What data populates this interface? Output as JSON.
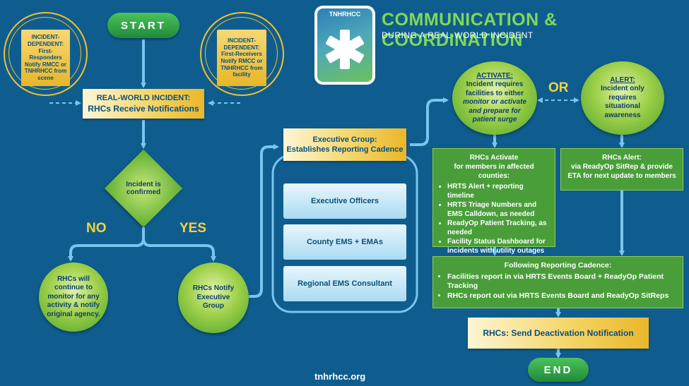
{
  "header": {
    "logo_text": "TNHRHCC",
    "title": "COMMUNICATION & COORDINATION",
    "subtitle": "DURING A REAL-WORLD INCIDENT"
  },
  "start": "START",
  "end": "END",
  "left_bubble": {
    "title": "INCIDENT-DEPENDENT:",
    "text": "First-Responders Notify RMCC or TNHRHCC from scene"
  },
  "right_bubble": {
    "title": "INCIDENT-DEPENDENT:",
    "text": "First-Receivers Notify RMCC or TNHRHCC from facility"
  },
  "notify_box": {
    "line1": "REAL-WORLD INCIDENT:",
    "line2": "RHCs Receive Notifications"
  },
  "diamond": {
    "line1": "Incident is",
    "line2": "confirmed"
  },
  "no_label": "NO",
  "yes_label": "YES",
  "no_circle": "RHCs will continue to monitor for any activity & notify original agency.",
  "yes_circle": "RHCs Notify Executive Group",
  "exec_box": {
    "line1": "Executive Group:",
    "line2": "Establishes Reporting Cadence"
  },
  "exec_members": [
    "Executive Officers",
    "County EMS + EMAs",
    "Regional EMS Consultant"
  ],
  "activate_circle": {
    "title": "ACTIVATE:",
    "line1": "Incident requires facilities to either",
    "line2": "monitor or activate and prepare for patient surge"
  },
  "or_label": "OR",
  "alert_circle": {
    "title": "ALERT:",
    "text": "Incident only requires situational awareness"
  },
  "activate_box": {
    "title": "RHCs Activate",
    "subtitle": "for members in affected counties:",
    "items": [
      "HRTS Alert + reporting timeline",
      "HRTS Triage Numbers and EMS Calldown, as needed",
      "ReadyOp Patient Tracking, as needed",
      "Facility Status Dashboard for incidents with utility outages"
    ]
  },
  "alert_box": {
    "title": "RHCs Alert:",
    "text": "via ReadyOp SitRep & provide ETA for next update to members"
  },
  "cadence_box": {
    "title": "Following Reporting Cadence:",
    "items": [
      "Facilities report in via HRTS Events Board + ReadyOp Patient Tracking",
      "RHCs report out via HRTS Events Board and ReadyOp SitReps"
    ]
  },
  "deactivation": "RHCs: Send Deactivation Notification",
  "footer": "tnhrhcc.org",
  "colors": {
    "background": "#0f5d8e",
    "arrow": "#7ac4ef",
    "green": "#4a9e3a",
    "yellow": "#f5d66a",
    "title_green": "#7ed957"
  }
}
